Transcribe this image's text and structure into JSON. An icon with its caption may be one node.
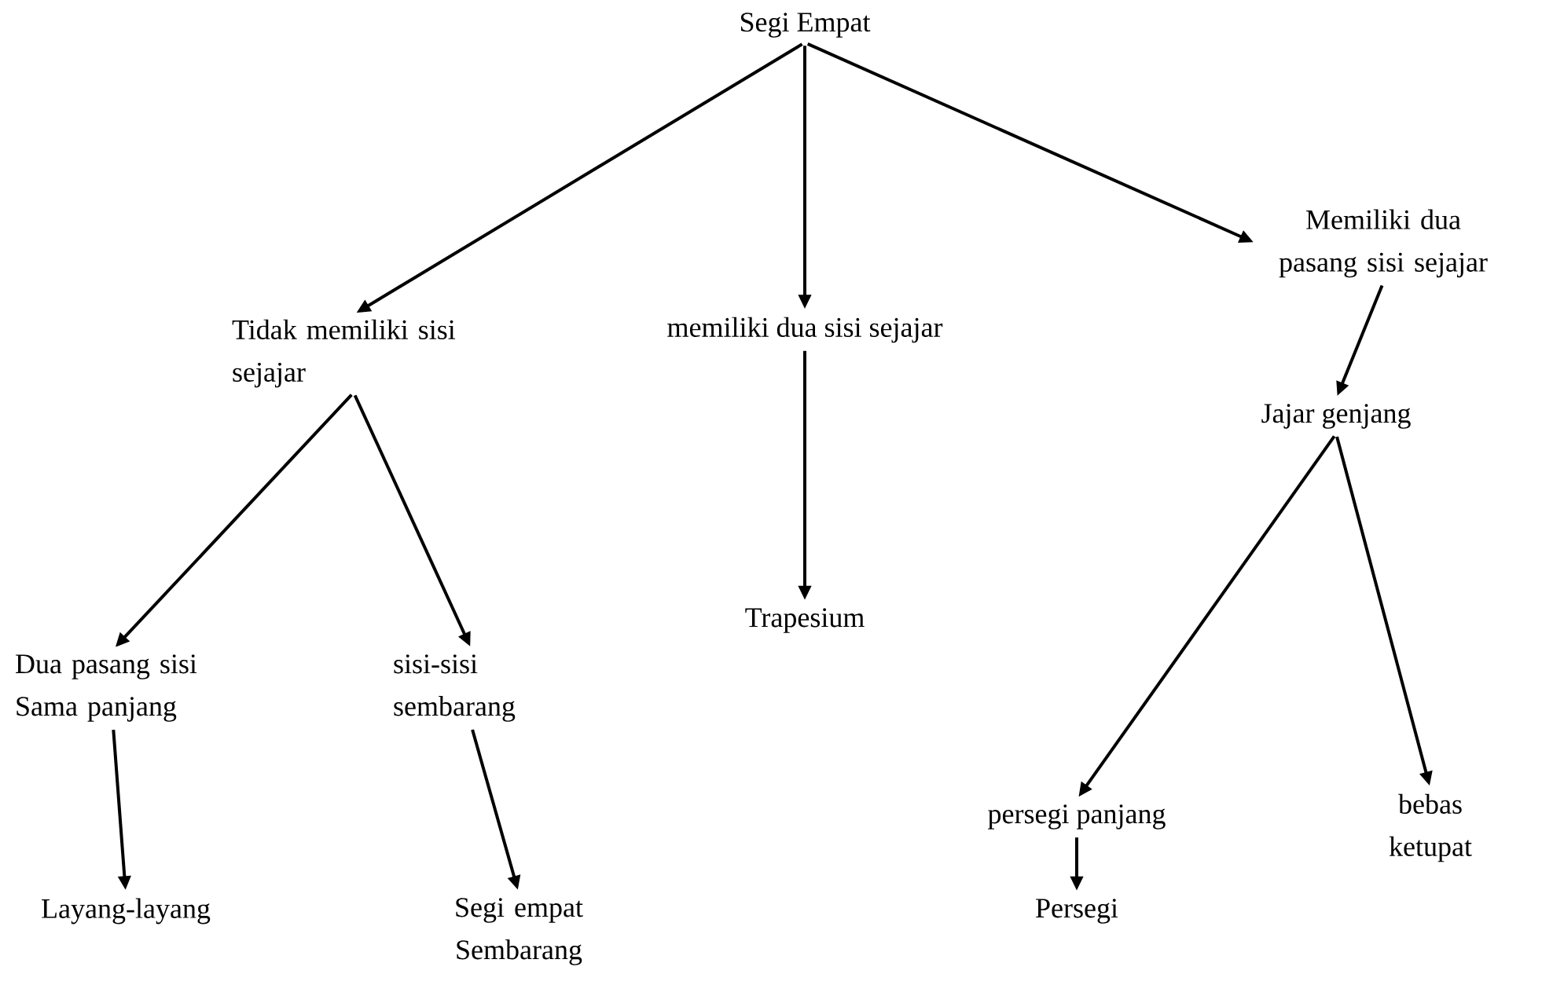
{
  "diagram": {
    "nodes": [
      {
        "text": [
          "Segi Empat"
        ]
      },
      {
        "text": [
          "Tidak memiliki sisi sejajar"
        ]
      },
      {
        "text": [
          "memiliki dua sisi sejajar"
        ]
      },
      {
        "text": [
          "Memiliki dua pasang sisi sejajar"
        ]
      },
      {
        "text": [
          "Jajar genjang"
        ]
      },
      {
        "text": [
          "Trapesium"
        ]
      },
      {
        "text": [
          "Dua pasang sisi Sama panjang"
        ]
      },
      {
        "text": [
          "sisi-sisi sembarang"
        ]
      },
      {
        "text": [
          "persegi panjang"
        ]
      },
      {
        "text": [
          "bebas ketupat"
        ]
      },
      {
        "text": [
          "Layang-layang"
        ]
      },
      {
        "text": [
          "Segi empat Sembarang"
        ]
      },
      {
        "text": [
          "Persegi"
        ]
      }
    ],
    "edges": [
      {
        "from": 0,
        "to": 1,
        "arrow": "to"
      },
      {
        "from": 0,
        "to": 2,
        "arrow": "to"
      },
      {
        "from": 0,
        "to": 3,
        "arrow": "to"
      },
      {
        "from": 1,
        "to": 6,
        "arrow": "to"
      },
      {
        "from": 1,
        "to": 7,
        "arrow": "to"
      },
      {
        "from": 2,
        "to": 5,
        "arrow": "to"
      },
      {
        "from": 3,
        "to": 4,
        "arrow": "to"
      },
      {
        "from": 4,
        "to": 8,
        "arrow": "to"
      },
      {
        "from": 4,
        "to": 9,
        "arrow": "to"
      },
      {
        "from": 6,
        "to": 10,
        "arrow": "to"
      },
      {
        "from": 7,
        "to": 11,
        "arrow": "to"
      },
      {
        "from": 8,
        "to": 12,
        "arrow": "to"
      }
    ]
  }
}
